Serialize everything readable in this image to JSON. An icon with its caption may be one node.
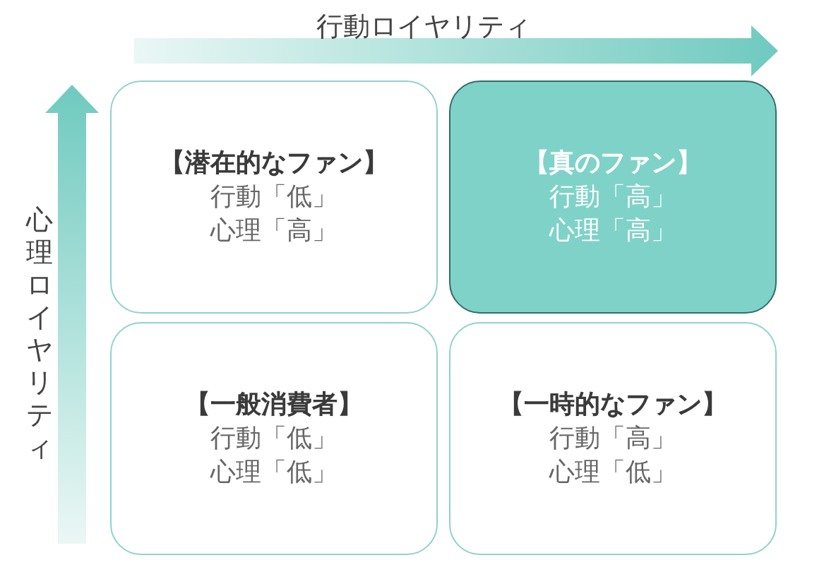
{
  "diagram": {
    "nodes": [
      {
        "text": [
          "【潜在的なファン】",
          "行動「低」",
          "心理「高」"
        ]
      },
      {
        "text": [
          "【真のファン】",
          "行動「高」",
          "心理「高」"
        ]
      },
      {
        "text": [
          "【一般消費者】",
          "行動「低」",
          "心理「低」"
        ]
      },
      {
        "text": [
          "【一時的なファン】",
          "行動「高」",
          "心理「低」"
        ]
      }
    ],
    "labels": [
      "行動ロイヤリティ",
      "心理ロイヤリティ"
    ]
  }
}
